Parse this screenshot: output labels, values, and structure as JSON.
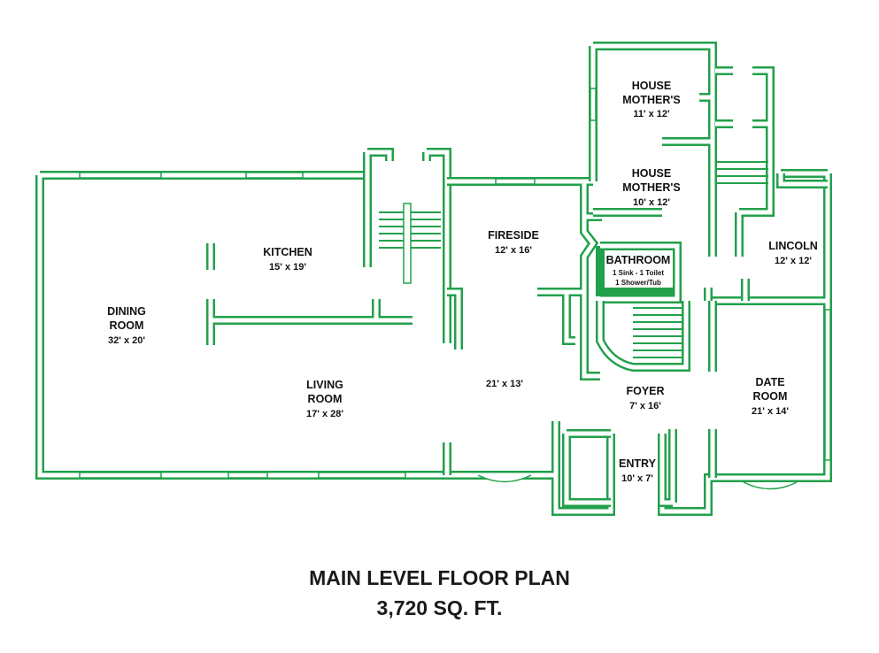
{
  "title": "MAIN LEVEL FLOOR PLAN",
  "subtitle": "3,720 SQ. FT.",
  "colors": {
    "wall": "#22a04b",
    "text": "#111111"
  },
  "rooms": {
    "house_mother_1": {
      "name_line1": "HOUSE",
      "name_line2": "MOTHER'S",
      "dim": "11' x 12'"
    },
    "house_mother_2": {
      "name_line1": "HOUSE",
      "name_line2": "MOTHER'S",
      "dim": "10' x 12'"
    },
    "kitchen": {
      "name": "KITCHEN",
      "dim": "15' x 19'"
    },
    "fireside": {
      "name": "FIRESIDE",
      "dim": "12' x 16'"
    },
    "fireside_dim2": "21' x 13'",
    "bathroom": {
      "name": "BATHROOM",
      "note1": "1 Sink - 1 Toilet",
      "note2": "1 Shower/Tub"
    },
    "lincoln": {
      "name": "LINCOLN",
      "dim": "12' x 12'"
    },
    "dining": {
      "name_line1": "DINING",
      "name_line2": "ROOM",
      "dim": "32' x 20'"
    },
    "living": {
      "name_line1": "LIVING",
      "name_line2": "ROOM",
      "dim": "17' x 28'"
    },
    "foyer": {
      "name": "FOYER",
      "dim": "7' x 16'"
    },
    "date": {
      "name_line1": "DATE",
      "name_line2": "ROOM",
      "dim": "21' x 14'"
    },
    "entry": {
      "name": "ENTRY",
      "dim": "10' x 7'"
    }
  }
}
